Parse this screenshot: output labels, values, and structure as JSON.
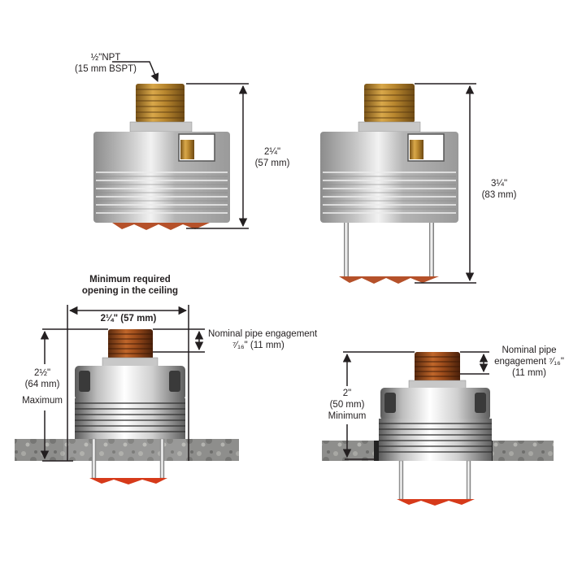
{
  "diagram": {
    "subject": "Concealed pendent fire sprinkler dimensions",
    "colors": {
      "line": "#3a2a28",
      "brass": "#b8862e",
      "copper_thread": "#9a4a1c",
      "body_gray": "#a9a9a9",
      "chrome": "#d8d8d8",
      "deflector": "#c0391b",
      "ceiling": "#8a8a88"
    },
    "panels": [
      {
        "id": "top-left",
        "labels": {
          "thread_spec_line1": "½\"NPT",
          "thread_spec_line2": "(15 mm BSPT)",
          "height_in": "2¼\"",
          "height_mm": "(57 mm)"
        }
      },
      {
        "id": "top-right",
        "labels": {
          "height_in": "3¼\"",
          "height_mm": "(83 mm)"
        }
      },
      {
        "id": "bottom-left",
        "labels": {
          "opening_title_line1": "Minimum required",
          "opening_title_line2": "opening in the ceiling",
          "opening_width": "2¼\" (57 mm)",
          "engagement_line1": "Nominal pipe engagement",
          "engagement_line2": "⁷⁄₁₆\" (11 mm)",
          "height_in": "2½\"",
          "height_mm": "(64 mm)",
          "height_qualifier": "Maximum"
        }
      },
      {
        "id": "bottom-right",
        "labels": {
          "engagement_line1": "Nominal pipe",
          "engagement_line2": "engagement ⁷⁄₁₆\"",
          "engagement_line3": "(11 mm)",
          "height_in": "2\"",
          "height_mm": "(50 mm)",
          "height_qualifier": "Minimum"
        }
      }
    ]
  }
}
